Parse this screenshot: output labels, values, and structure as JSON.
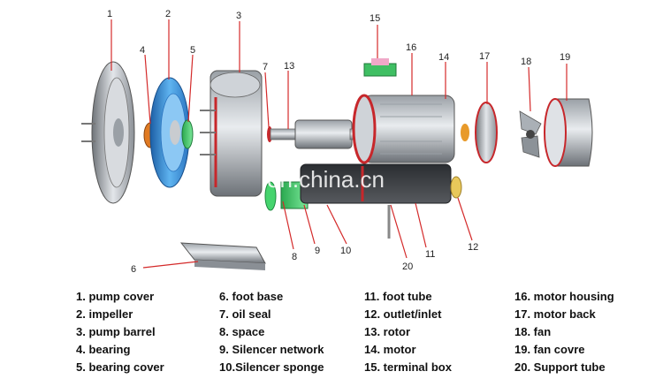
{
  "numbers": [
    "1",
    "2",
    "3",
    "4",
    "5",
    "6",
    "7",
    "8",
    "9",
    "10",
    "11",
    "12",
    "13",
    "14",
    "15",
    "16",
    "17",
    "18",
    "19",
    "20"
  ],
  "watermark": "en.china.cn",
  "legend": [
    [
      "1. pump cover",
      "2. impeller",
      "3. pump barrel",
      "4. bearing",
      "5. bearing cover"
    ],
    [
      "6. foot base",
      "7. oil seal",
      "8. space",
      "9. Silencer network",
      "10.Silencer sponge"
    ],
    [
      "11. foot tube",
      "12. outlet/inlet",
      "13. rotor",
      "14. motor",
      "15. terminal box"
    ],
    [
      "16. motor housing",
      "17. motor back",
      "18. fan",
      "19. fan covre",
      "20. Support tube"
    ]
  ],
  "colors": {
    "leader": "#d42a2a",
    "metal": "#b8bcc2",
    "blue": "#3a8fd8",
    "green": "#3cc86a",
    "orange": "#e89a2a"
  }
}
